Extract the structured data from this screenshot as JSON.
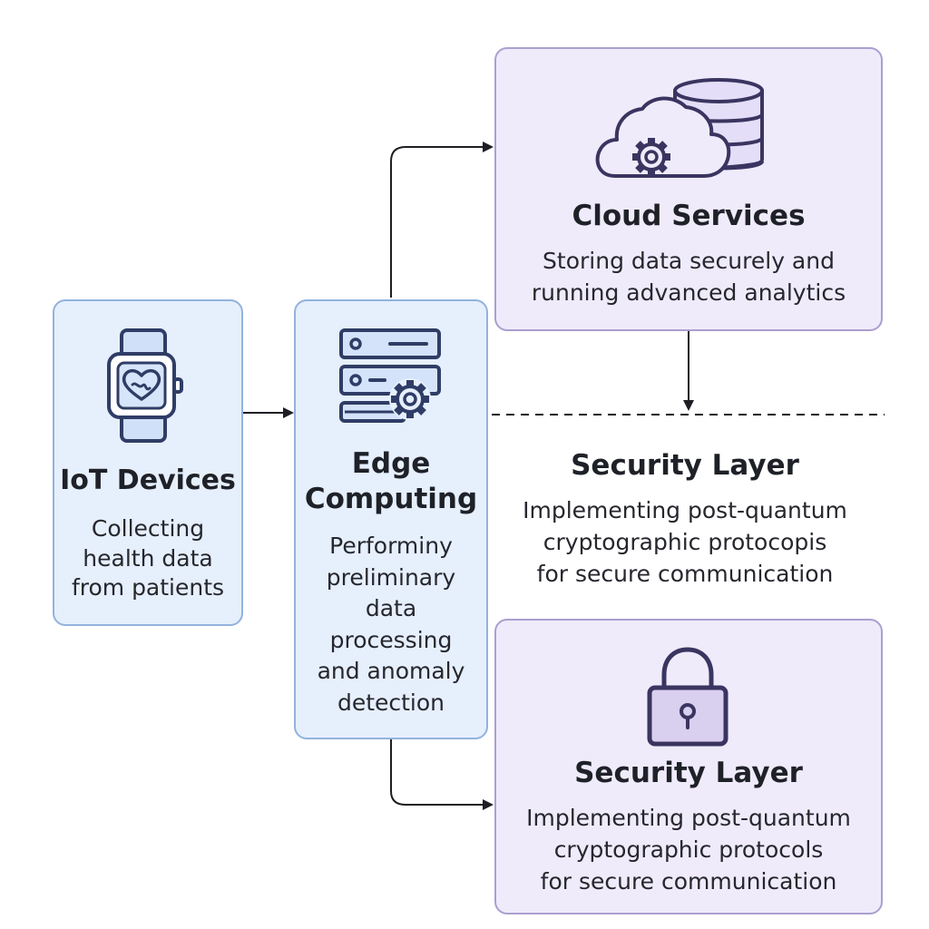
{
  "colors": {
    "blue_fill": "#e6effc",
    "blue_border": "#93b2dd",
    "purple_fill": "#efebfb",
    "purple_border": "#ab9fd0",
    "icon_stroke_blue": "#2f3d66",
    "icon_stroke_purple": "#3a3560",
    "connector": "#1e1e24"
  },
  "nodes": {
    "iot": {
      "icon": "smartwatch-heart-icon",
      "title": "IoT Devices",
      "description": [
        "Collecting",
        "health data",
        "from patients"
      ]
    },
    "edge": {
      "icon": "server-gear-icon",
      "title_lines": [
        "Edge",
        "Computing"
      ],
      "description": [
        "Performiny",
        "preliminary",
        "data",
        "processing",
        "and anomaly",
        "detection"
      ]
    },
    "cloud": {
      "icon": "cloud-database-gear-icon",
      "title": "Cloud Services",
      "description": [
        "Storing data securely and",
        "running advanced analytics"
      ]
    },
    "security_layer_middle": {
      "title": "Security Layer",
      "description": [
        "Implementing post-quantum",
        "cryptographic protocopis",
        "for secure communication"
      ]
    },
    "security_layer_bottom": {
      "icon": "padlock-icon",
      "title": "Security Layer",
      "description": [
        "Implementing post-quantum",
        "cryptographic protocols",
        "for secure communication"
      ]
    }
  },
  "edges": [
    {
      "from": "iot",
      "to": "edge"
    },
    {
      "from": "edge",
      "to": "cloud"
    },
    {
      "from": "edge",
      "to": "security_layer_bottom"
    },
    {
      "from": "cloud",
      "to": "security_layer_middle"
    }
  ]
}
